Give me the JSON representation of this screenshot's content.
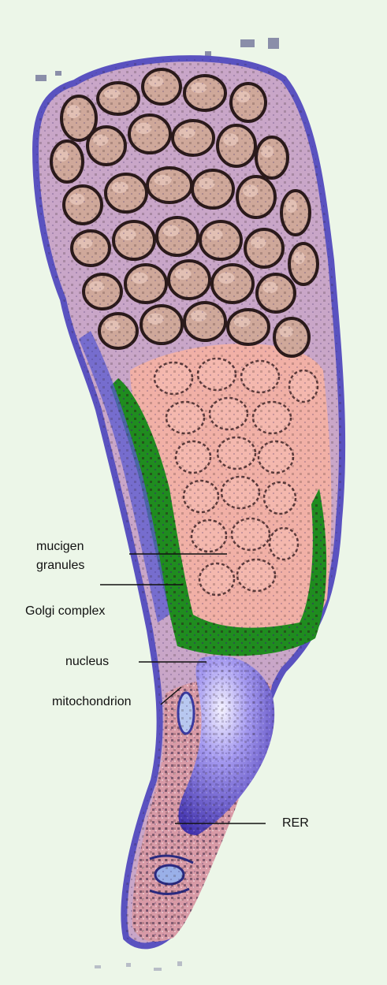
{
  "labels": {
    "mucigen_line1": "mucigen",
    "mucigen_line2": "granules",
    "golgi": "Golgi complex",
    "nucleus": "nucleus",
    "mitochondrion": "mitochondrion",
    "rer": "RER"
  },
  "colors": {
    "background": "#ecf6e8",
    "membrane": "#6a62c8",
    "granule": "#cfa99a",
    "granule_edge": "#2a1a1a",
    "cytoplasm_pink": "#f0b0a8",
    "golgi_green": "#1c8a1c",
    "nucleus_violet": "#7d6ee0",
    "basal": "#d8a0a0"
  }
}
